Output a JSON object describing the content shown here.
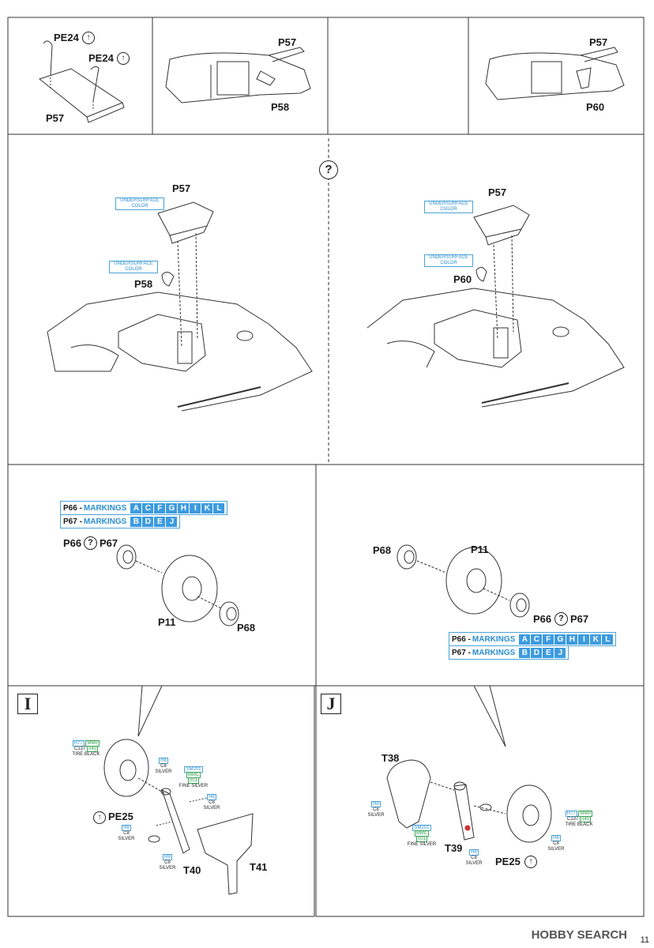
{
  "panel_top": {
    "label_pe24_a": "PE24",
    "label_pe24_b": "PE24",
    "label_p57_a": "P57",
    "label_p57_b": "P57",
    "label_p58_b": "P58",
    "label_p57_c": "P57",
    "label_p60_c": "P60"
  },
  "panel_choice": {
    "question_symbol": "?",
    "left": {
      "label_p57": "P57",
      "label_p58": "P58",
      "color_note_1": "UNDERSURFACE COLOR",
      "color_note_2": "UNDERSURFACE COLOR"
    },
    "right": {
      "label_p57": "P57",
      "label_p60": "P60",
      "color_note_1": "UNDERSURFACE COLOR",
      "color_note_2": "UNDERSURFACE COLOR"
    }
  },
  "panel_wheels": {
    "left": {
      "marking_row_1": {
        "prefix": "P66 -",
        "word": "MARKINGS",
        "letters": [
          "A",
          "C",
          "F",
          "G",
          "H",
          "I",
          "K",
          "L"
        ]
      },
      "marking_row_2": {
        "prefix": "P67 -",
        "word": "MARKINGS",
        "letters": [
          "B",
          "D",
          "E",
          "J"
        ]
      },
      "label_p66": "P66",
      "label_p67": "P67",
      "label_p11": "P11",
      "label_p68": "P68"
    },
    "right": {
      "marking_row_1": {
        "prefix": "P66 -",
        "word": "MARKINGS",
        "letters": [
          "A",
          "C",
          "F",
          "G",
          "H",
          "I",
          "K",
          "L"
        ]
      },
      "marking_row_2": {
        "prefix": "P67 -",
        "word": "MARKINGS",
        "letters": [
          "B",
          "D",
          "E",
          "J"
        ]
      },
      "label_p68": "P68",
      "label_p11": "P11",
      "label_p66": "P66",
      "label_p67": "P67"
    }
  },
  "step_i": {
    "step": "I",
    "tire": {
      "h": "H77",
      "mmp": "MMP",
      "c": "C137",
      "n": "040",
      "name": "TIRE BLACK"
    },
    "silver_1": {
      "h": "H8",
      "c": "C8",
      "name": "SILVER"
    },
    "fine_silver": {
      "sm": "SM201",
      "mmc": "MMC",
      "n": "001",
      "name": "FINE SILVER"
    },
    "silver_2": {
      "h": "H8",
      "c": "C8",
      "name": "SILVER"
    },
    "silver_3": {
      "h": "H8",
      "c": "C8",
      "name": "SILVER"
    },
    "silver_4": {
      "h": "H8",
      "c": "C8",
      "name": "SILVER"
    },
    "label_pe25": "PE25",
    "label_t40": "T40",
    "label_t41": "T41"
  },
  "step_j": {
    "step": "J",
    "label_t38": "T38",
    "silver_1": {
      "h": "H8",
      "c": "C8",
      "name": "SILVER"
    },
    "fine_silver": {
      "sm": "SM201",
      "mmc": "MMC",
      "n": "001",
      "name": "FINE SILVER"
    },
    "tire": {
      "h": "H77",
      "mmp": "MMP",
      "c": "C137",
      "n": "040",
      "name": "TIRE BLACK"
    },
    "silver_2": {
      "h": "H8",
      "c": "C8",
      "name": "SILVER"
    },
    "silver_3": {
      "h": "H8",
      "c": "C8",
      "name": "SILVER"
    },
    "label_t39": "T39",
    "label_pe25": "PE25"
  },
  "footer": {
    "watermark": "HOBBY SEARCH",
    "page_number": "11"
  }
}
